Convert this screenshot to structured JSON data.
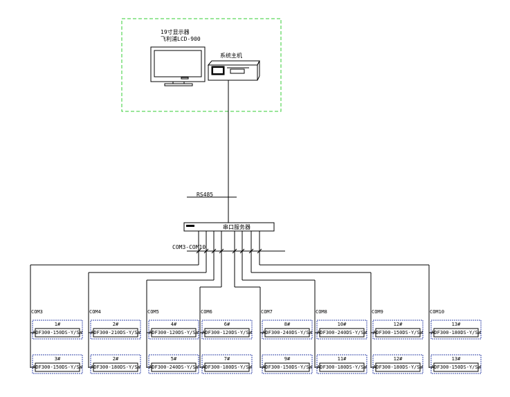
{
  "monitor_label_line1": "19寸显示器",
  "monitor_label_line2": "飞利浦LCD-900",
  "host_label": "系统主机",
  "bus_label": "RS485",
  "switch_label": "串口服务器",
  "ports_label": "COM3-COM10",
  "groups": [
    {
      "com": "COM3",
      "devices": [
        {
          "id": "1#",
          "model": "ADF300-150DS-Y/SW"
        },
        {
          "id": "3#",
          "model": "ADF300-150DS-Y/SW"
        }
      ]
    },
    {
      "com": "COM4",
      "devices": [
        {
          "id": "2#",
          "model": "ADF300-210DS-Y/SW"
        },
        {
          "id": "2#",
          "model": "ADF300-180DS-Y/SW"
        }
      ]
    },
    {
      "com": "COM5",
      "devices": [
        {
          "id": "4#",
          "model": "ADF300-120DS-Y/SW"
        },
        {
          "id": "5#",
          "model": "ADF300-240DS-Y/SW"
        }
      ]
    },
    {
      "com": "COM6",
      "devices": [
        {
          "id": "6#",
          "model": "ADF300-120DS-Y/SW"
        },
        {
          "id": "7#",
          "model": "ADF300-180DS-Y/SW"
        }
      ]
    },
    {
      "com": "COM7",
      "devices": [
        {
          "id": "8#",
          "model": "ADF300-240DS-Y/SW"
        },
        {
          "id": "9#",
          "model": "ADF300-150DS-Y/SW"
        }
      ]
    },
    {
      "com": "COM8",
      "devices": [
        {
          "id": "10#",
          "model": "ADF300-240DS-Y/SW"
        },
        {
          "id": "11#",
          "model": "ADF300-180DS-Y/SW"
        }
      ]
    },
    {
      "com": "COM9",
      "devices": [
        {
          "id": "12#",
          "model": "ADF300-150DS-Y/SW"
        },
        {
          "id": "12#",
          "model": "ADF300-180DS-Y/SW"
        }
      ]
    },
    {
      "com": "COM10",
      "devices": [
        {
          "id": "13#",
          "model": "ADF300-180DS-Y/SW"
        },
        {
          "id": "13#",
          "model": "ADF300-150DS-Y/SW"
        }
      ]
    }
  ]
}
